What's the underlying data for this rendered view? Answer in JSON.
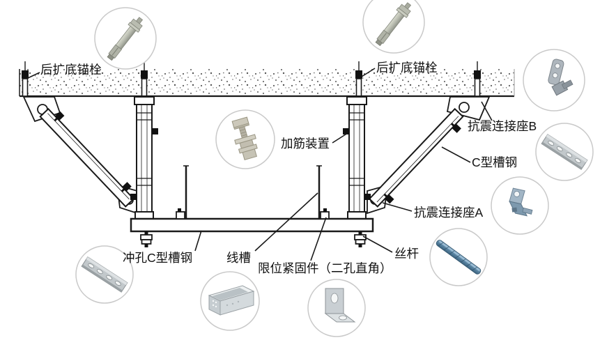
{
  "diagram": {
    "type": "seismic-bracing-cable-tray-installation-diagram",
    "labels": {
      "anchor_left": "后扩底锚栓",
      "anchor_right": "后扩底锚栓",
      "reinforcement_device": "加筋装置",
      "seismic_seat_b": "抗震连接座B",
      "c_channel": "C型槽钢",
      "seismic_seat_a": "抗震连接座A",
      "punched_c_channel": "冲孔C型槽钢",
      "wire_trough": "线槽",
      "limit_fastener": "限位紧固件（二孔直角）",
      "threaded_rod": "丝杆"
    },
    "callouts": [
      {
        "name": "expansion-anchor-bolt-photo",
        "position": "top-left"
      },
      {
        "name": "expansion-anchor-bolt-photo",
        "position": "top-center"
      },
      {
        "name": "seismic-seat-b-photo",
        "position": "right-upper"
      },
      {
        "name": "c-channel-photo",
        "position": "right-middle"
      },
      {
        "name": "seismic-seat-a-photo",
        "position": "right-lower"
      },
      {
        "name": "threaded-rod-photo",
        "position": "bottom-right"
      },
      {
        "name": "punched-c-channel-photo",
        "position": "bottom-left"
      },
      {
        "name": "cable-tray-photo",
        "position": "bottom-center-left"
      },
      {
        "name": "angle-bracket-photo",
        "position": "bottom-center-right"
      },
      {
        "name": "bolt-assembly-photo",
        "position": "center"
      }
    ],
    "colors": {
      "line": "#1a1a1a",
      "callout_border": "#c9c9c9",
      "steel_light": "#d7dbdd",
      "steel": "#b7bdc1",
      "steel_dark": "#8d9399",
      "blue_steel": "#5c87a5",
      "bolt_beige": "#c9c5b6"
    }
  }
}
